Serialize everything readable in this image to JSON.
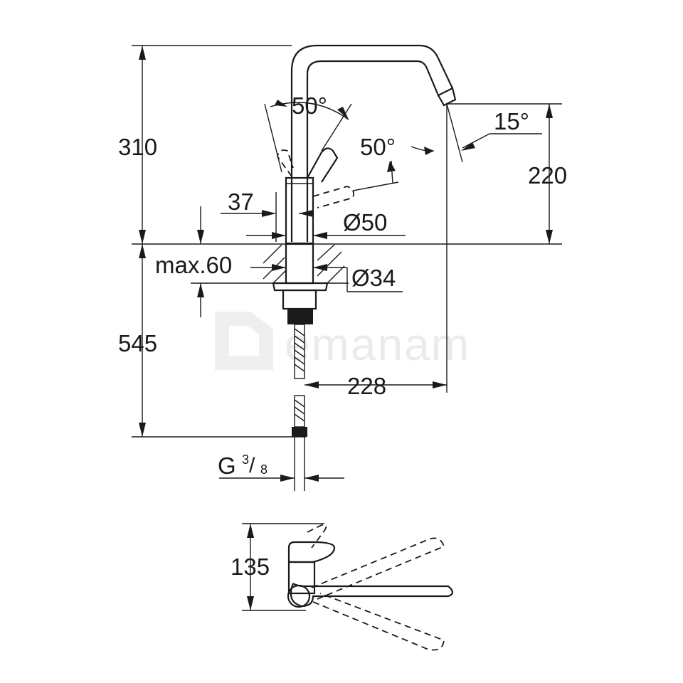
{
  "dimensions": {
    "height_total": "310",
    "height_spout": "220",
    "lever_angle_top": "50°",
    "lever_angle_side": "50°",
    "spout_angle": "15°",
    "lever_offset": "37",
    "body_diameter": "Ø50",
    "max_thickness": "max.60",
    "hole_diameter": "Ø34",
    "below_counter": "545",
    "spout_reach": "228",
    "connection_prefix": "G",
    "connection_num": "3",
    "connection_den": "8",
    "top_view_depth": "135"
  },
  "watermark": "emanam"
}
